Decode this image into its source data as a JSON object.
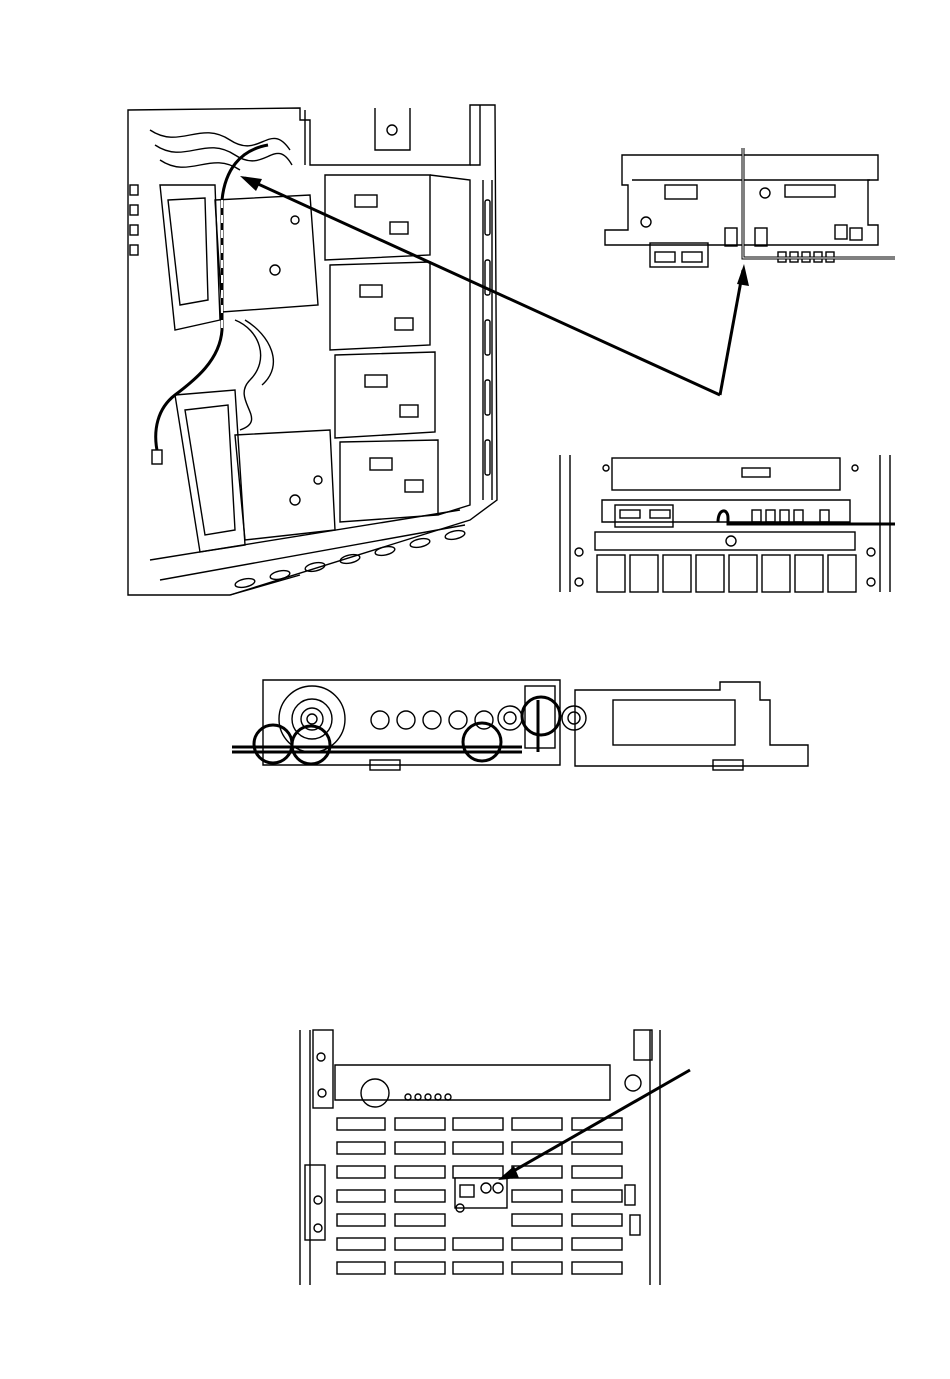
{
  "page": {
    "background": "#ffffff",
    "ink": "#000000"
  },
  "figures": [
    {
      "id": "chassis-interior-cable-routing"
    },
    {
      "id": "front-panel-board-detail"
    },
    {
      "id": "bay-front-view-detail"
    },
    {
      "id": "front-panel-cable-clip-detail"
    },
    {
      "id": "front-bezel-front-view"
    }
  ]
}
